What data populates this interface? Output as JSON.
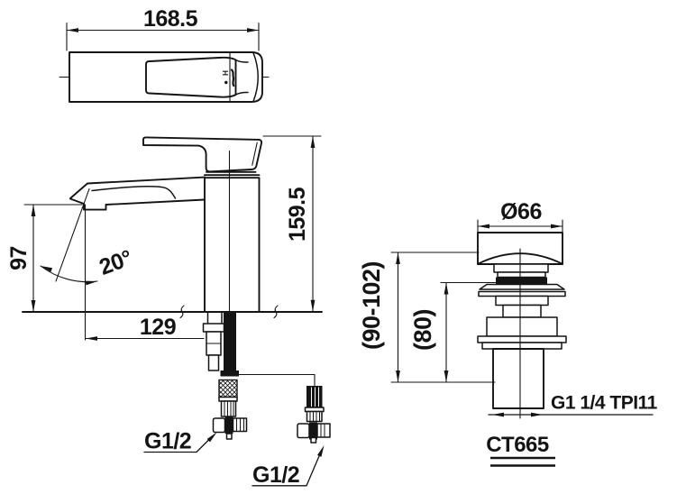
{
  "meta": {
    "title": "Faucet technical dimension drawing",
    "colors": {
      "background": "#ffffff",
      "ink": "#141414"
    }
  },
  "top_view": {
    "width_dim": "168.5",
    "hot_mark": "H"
  },
  "side_view": {
    "height_dim": "159.5",
    "spout_height_dim": "97",
    "angle_dim": "20°",
    "reach_dim": "129",
    "inlet_thread_left": "G1/2",
    "inlet_thread_right": "G1/2"
  },
  "drain_view": {
    "diameter_dim": "Ø66",
    "height_range_dim": "(90-102)",
    "height_dim": "(80)",
    "thread_dim": "G1 1/4 TPI11",
    "model_code": "CT665"
  }
}
